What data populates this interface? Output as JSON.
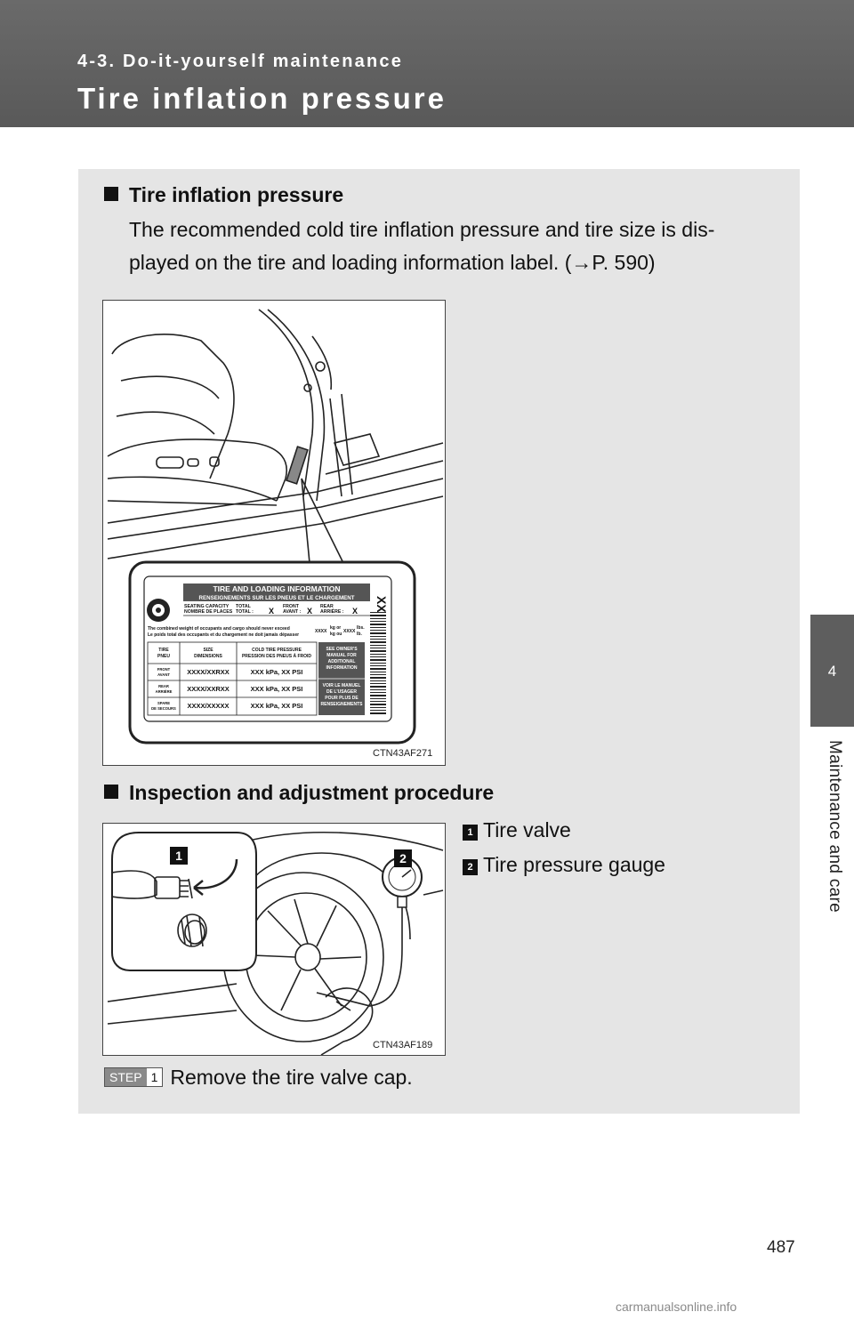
{
  "header": {
    "section": "4-3. Do-it-yourself maintenance",
    "title": "Tire inflation pressure"
  },
  "side_tab": {
    "number": "4",
    "label": "Maintenance and care"
  },
  "section1": {
    "heading": "Tire inflation pressure",
    "body_line1": "The recommended cold tire inflation pressure and tire size is dis-",
    "body_line2": "played on the tire and loading information label. (→P. 590)"
  },
  "figure1": {
    "code": "CTN43AF271",
    "label": {
      "title_en": "TIRE AND LOADING INFORMATION",
      "title_fr": "RENSEIGNEMENTS SUR LES PNEUS ET LE CHARGEMENT",
      "seating_en": "SEATING CAPACITY",
      "seating_fr": "NOMBRE DE PLACES",
      "total_en": "TOTAL",
      "total_fr": "TOTAL :",
      "total_val": "X",
      "front_en": "FRONT",
      "front_fr": "AVANT :",
      "front_val": "X",
      "rear_en": "REAR",
      "rear_fr": "ARRIÈRE :",
      "rear_val": "X",
      "combined_en": "The combined weight of occupants and cargo should never exceed",
      "combined_fr": "Le poids total des occupants et du chargement ne doit jamais dépasser",
      "weight_kg": "XXXX",
      "kg_or": "kg or",
      "kg_ou": "kg ou",
      "weight_lbs": "XXXX",
      "lbs": "lbs.",
      "lb": "lb.",
      "col_tire_en": "TIRE",
      "col_tire_fr": "PNEU",
      "col_size_en": "SIZE",
      "col_size_fr": "DIMENSIONS",
      "col_press_en": "COLD TIRE PRESSURE",
      "col_press_fr": "PRESSION DES PNEUS À FROID",
      "rows": [
        {
          "en": "FRONT",
          "fr": "AVANT",
          "size": "XXXX/XXRXX",
          "press": "XXX  kPa, XX PSI"
        },
        {
          "en": "REAR",
          "fr": "ARRIÈRE",
          "size": "XXXX/XXRXX",
          "press": "XXX  kPa, XX PSI"
        },
        {
          "en": "SPARE",
          "fr": "DE SECOURS",
          "size": "XXXX/XXXXX",
          "press": "XXX  kPa, XX PSI"
        }
      ],
      "see1": "SEE OWNER'S",
      "see2": "MANUAL FOR",
      "see3": "ADDITIONAL",
      "see4": "INFORMATION",
      "voir1": "VOIR LE MANUEL",
      "voir2": "DE L'USAGER",
      "voir3": "POUR PLUS DE",
      "voir4": "RENSEIGNEMENTS",
      "code": "XX"
    }
  },
  "section2": {
    "heading": "Inspection and adjustment procedure"
  },
  "figure2": {
    "code": "CTN43AF189",
    "badge1": "1",
    "badge2": "2"
  },
  "legend": [
    {
      "num": "1",
      "text": "Tire valve"
    },
    {
      "num": "2",
      "text": "Tire pressure gauge"
    }
  ],
  "step": {
    "word": "STEP",
    "num": "1",
    "text": "Remove the tire valve cap."
  },
  "page_number": "487",
  "watermark": "carmanualsonline.info"
}
